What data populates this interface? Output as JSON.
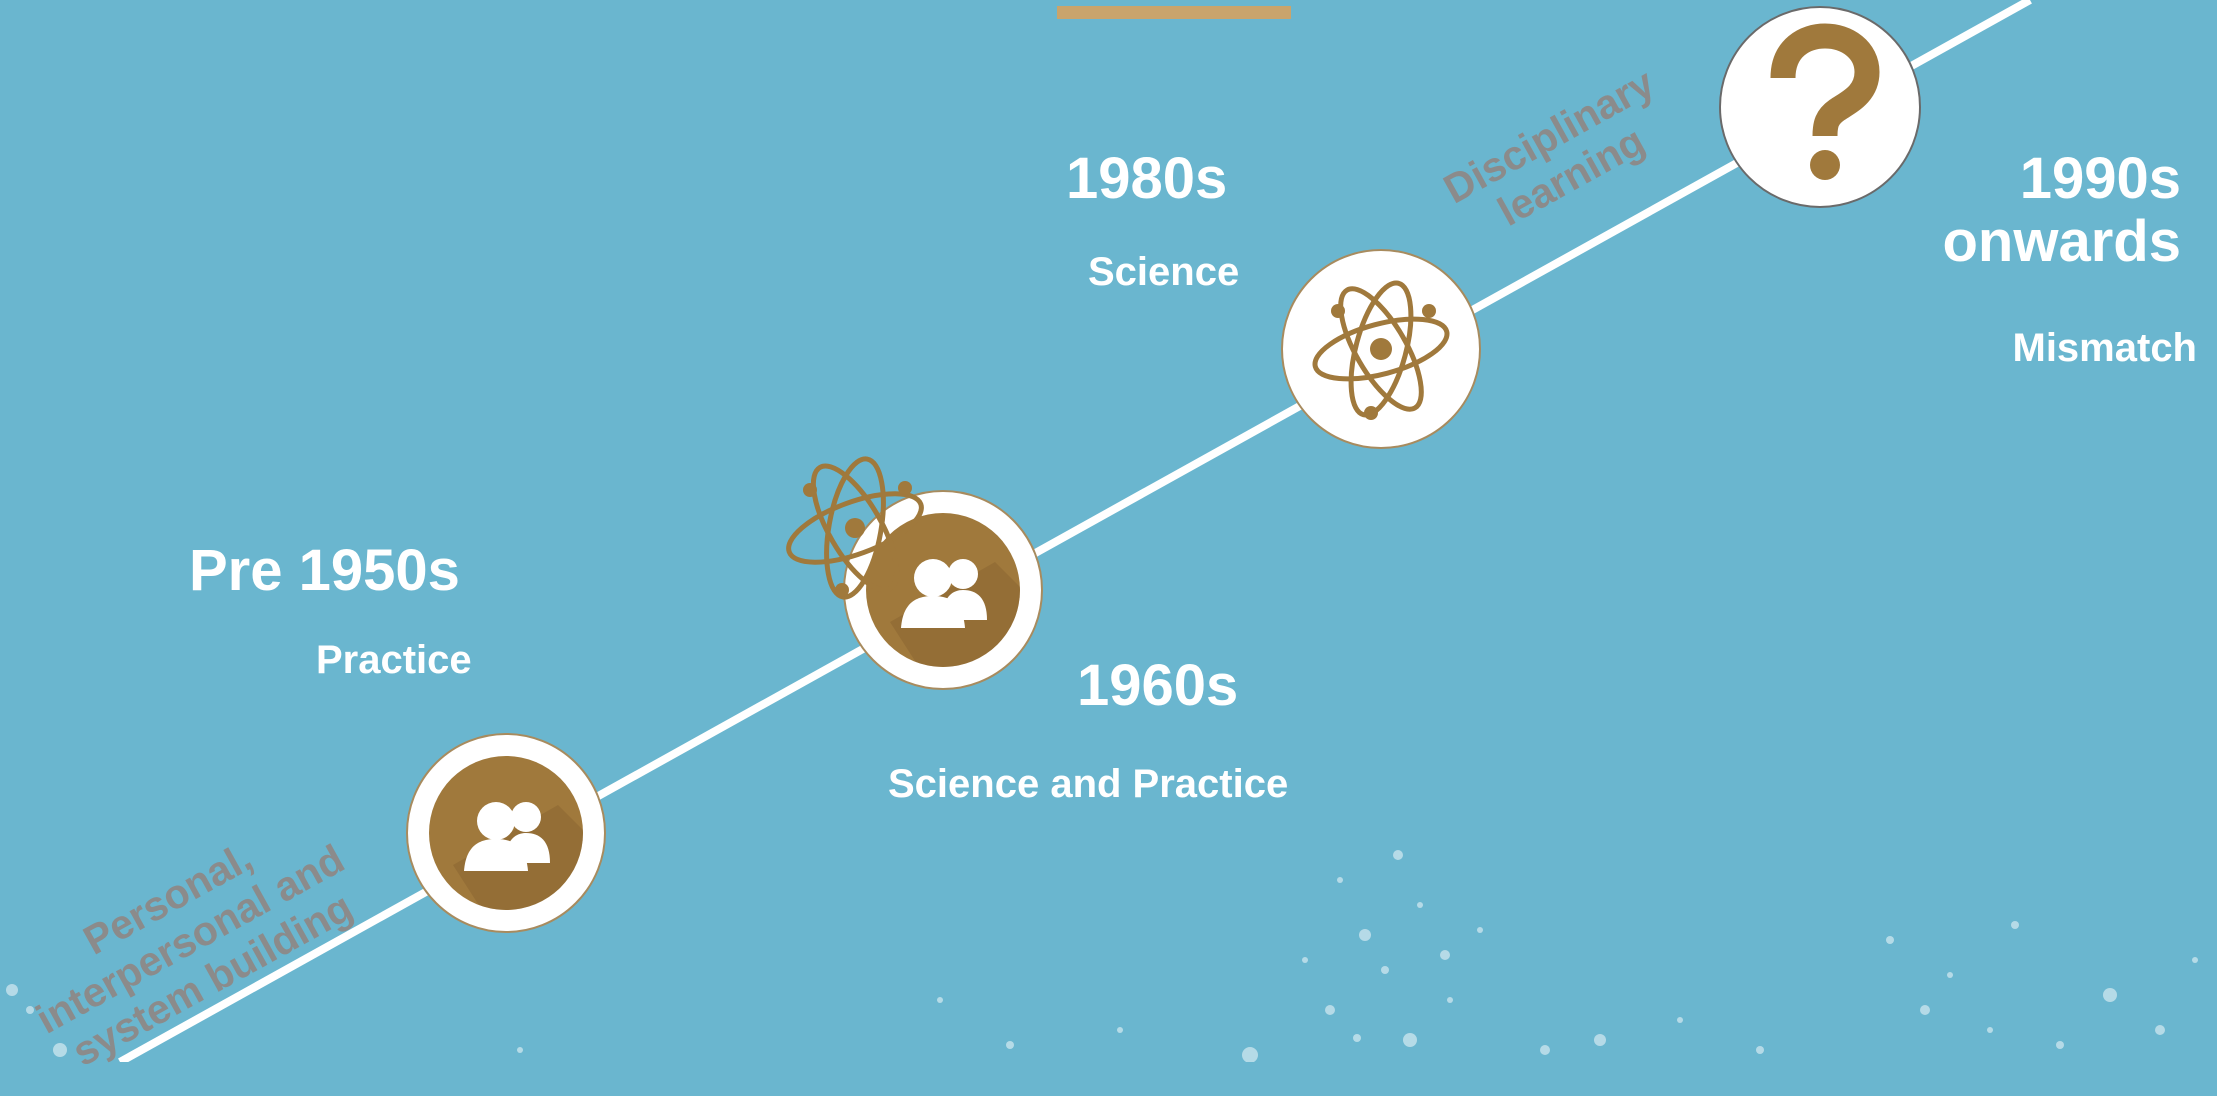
{
  "colors": {
    "background": "#6ab6cf",
    "accent": "#a0793c",
    "accent_bar": "#c9a46c",
    "line": "#ffffff",
    "rotated_text": "#8b8b8b"
  },
  "milestones": [
    {
      "era": "Pre 1950s",
      "theme": "Practice",
      "icon": "people-icon"
    },
    {
      "era": "1960s",
      "theme": "Science and Practice",
      "icon": "people-icon"
    },
    {
      "era": "1980s",
      "theme": "Science",
      "icon": "atom-icon"
    },
    {
      "era_line1": "1990s",
      "era_line2": "onwards",
      "theme": "Mismatch",
      "icon": "question-mark-icon"
    }
  ],
  "annotations": {
    "personal": "Personal,\ninterpersonal and\nsystem building",
    "disciplinary": "Disciplinary\nlearning"
  }
}
